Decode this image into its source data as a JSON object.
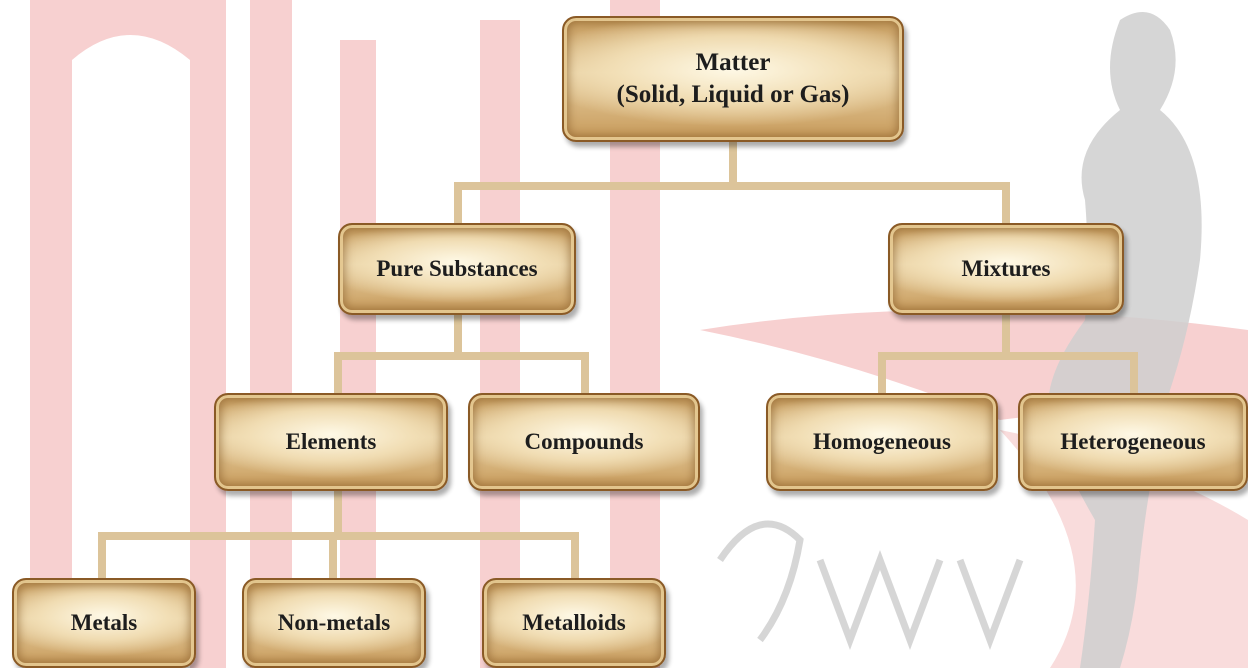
{
  "diagram": {
    "root": {
      "line1": "Matter",
      "line2": "(Solid, Liquid or Gas)"
    },
    "pure_substances": "Pure Substances",
    "mixtures": "Mixtures",
    "elements": "Elements",
    "compounds": "Compounds",
    "homogeneous": "Homogeneous",
    "heterogeneous": "Heterogeneous",
    "metals": "Metals",
    "non_metals": "Non-metals",
    "metalloids": "Metalloids",
    "edges": [
      [
        "Matter",
        "Pure Substances"
      ],
      [
        "Matter",
        "Mixtures"
      ],
      [
        "Pure Substances",
        "Elements"
      ],
      [
        "Pure Substances",
        "Compounds"
      ],
      [
        "Mixtures",
        "Homogeneous"
      ],
      [
        "Mixtures",
        "Heterogeneous"
      ],
      [
        "Elements",
        "Metals"
      ],
      [
        "Elements",
        "Non-metals"
      ],
      [
        "Elements",
        "Metalloids"
      ]
    ]
  },
  "colors": {
    "connector": "#dcc49a",
    "node_border": "#8a5a26",
    "watermark_red": "#f5c9c9",
    "watermark_gray": "#c4c4c4"
  }
}
